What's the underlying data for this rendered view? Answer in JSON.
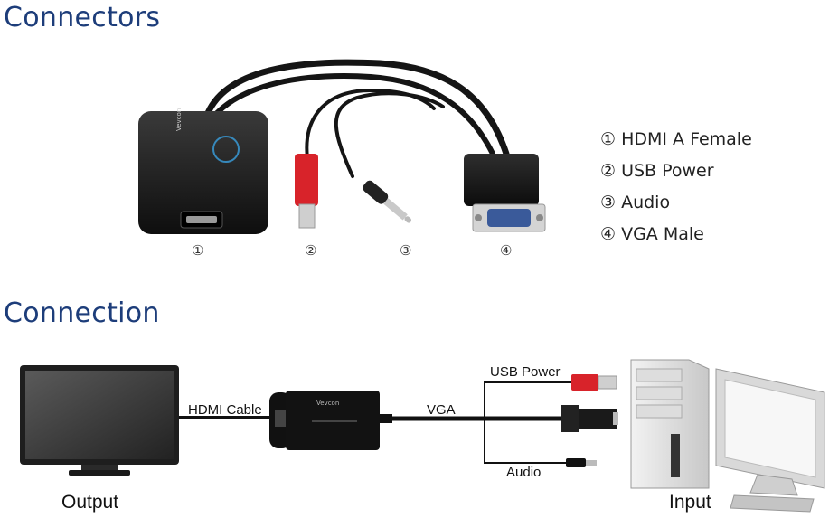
{
  "connectors": {
    "heading": "Connectors",
    "markers": [
      "①",
      "②",
      "③",
      "④"
    ],
    "legend": [
      "① HDMI A Female",
      "② USB Power",
      "③ Audio",
      "④ VGA Male"
    ],
    "adapter_brand": "Vevcon"
  },
  "connection": {
    "heading": "Connection",
    "hdmi_cable_label": "HDMI Cable",
    "vga_label": "VGA",
    "usb_power_label": "USB Power",
    "audio_label": "Audio",
    "output_label": "Output",
    "input_label": "Input"
  },
  "colors": {
    "heading": "#1d3d7a",
    "adapter": "#1a1a1a",
    "usb_red": "#d8232a",
    "vga_connector": "#1c1c1c",
    "vga_pins": "#3a5a9a"
  }
}
